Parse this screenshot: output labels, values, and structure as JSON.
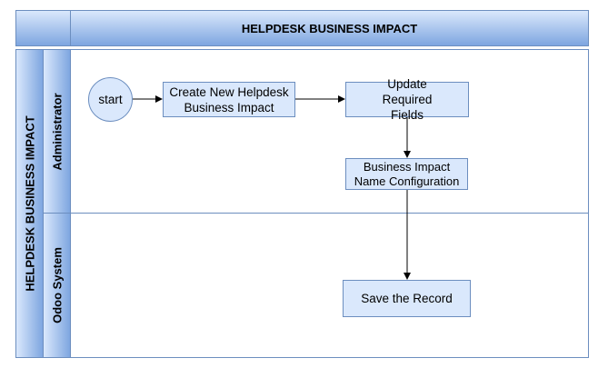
{
  "pool": {
    "title": "HELPDESK BUSINESS IMPACT",
    "side_title": "HELPDESK BUSINESS  IMPACT"
  },
  "lanes": [
    {
      "label": "Administrator"
    },
    {
      "label": "Odoo System"
    }
  ],
  "nodes": {
    "start": "start",
    "create": "Create New Helpdesk Business Impact",
    "update": "Update Required Fields",
    "config": "Business Impact Name Configuration",
    "save": "Save the Record"
  },
  "colors": {
    "node_fill": "#dae8fc",
    "node_border": "#6c8ebf",
    "header_gradient_start": "#dae8fc",
    "header_gradient_end": "#7ea6e0"
  }
}
